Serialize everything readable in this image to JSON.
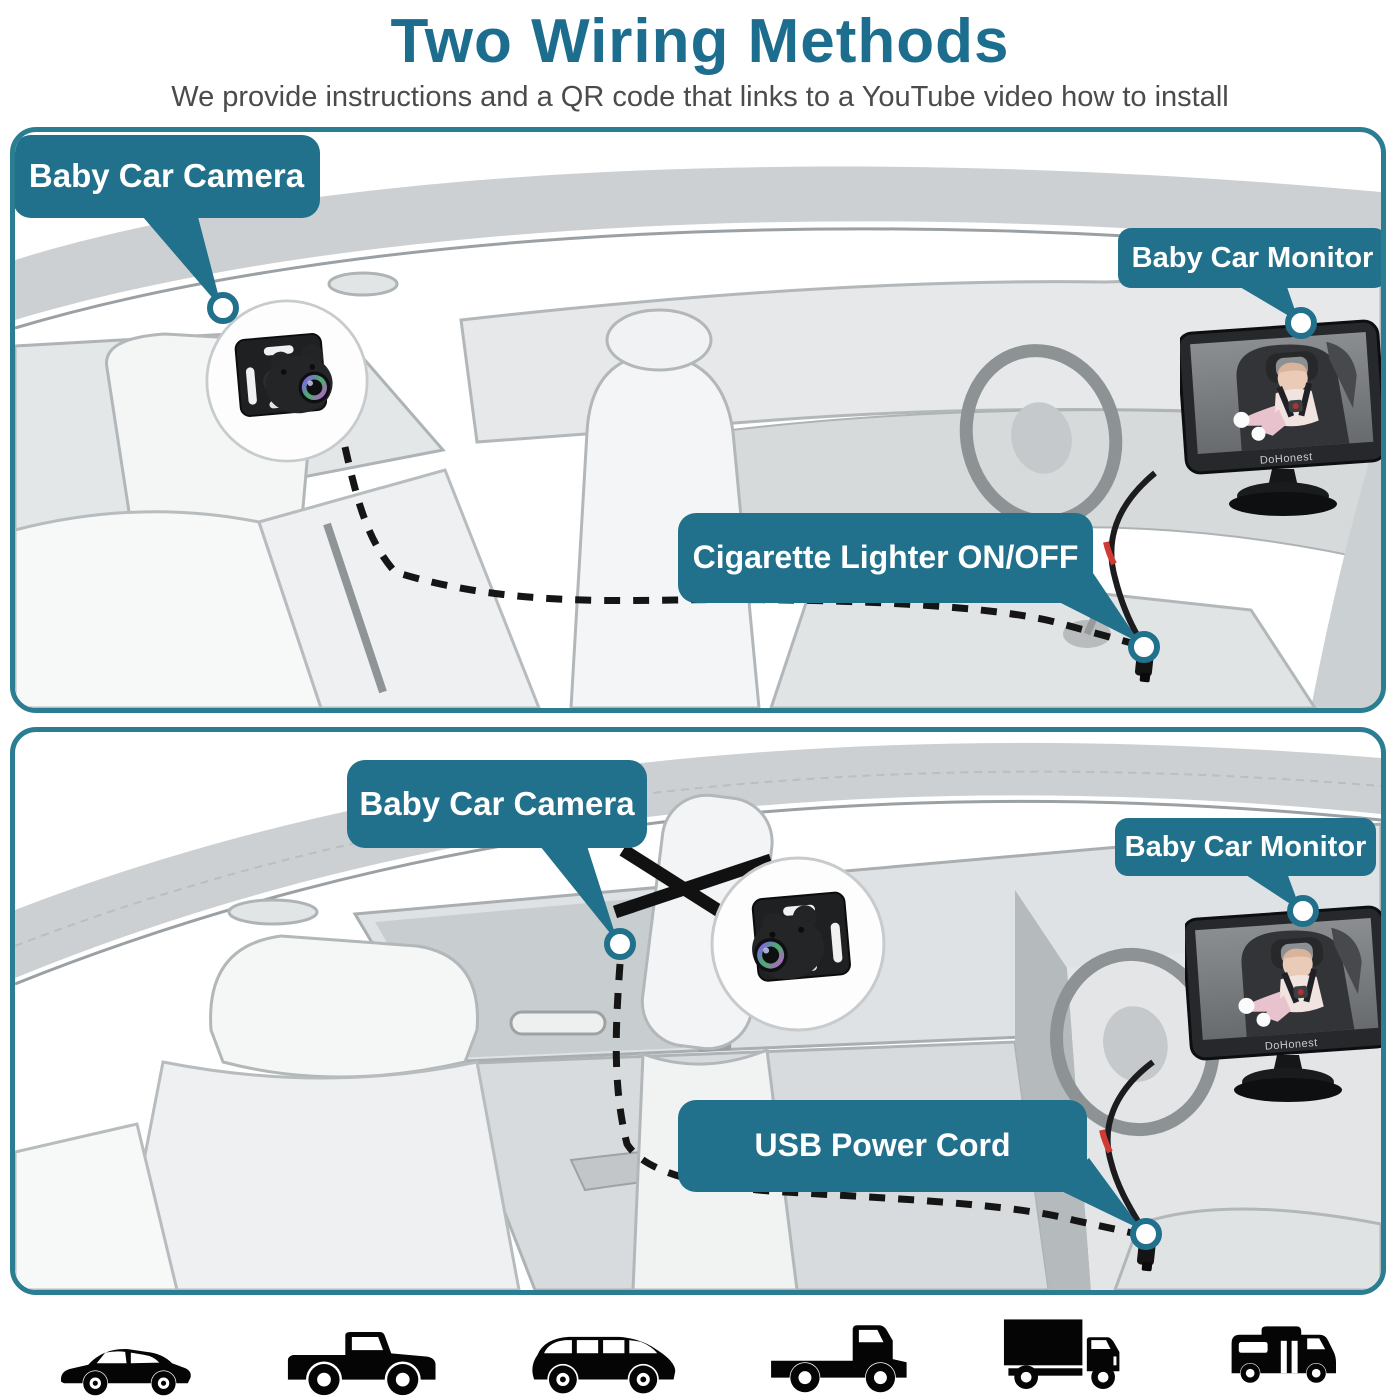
{
  "header": {
    "title": "Two Wiring Methods",
    "subtitle": "We provide instructions and a QR code that links to a YouTube video how to install"
  },
  "colors": {
    "accent_teal": "#21708c",
    "panel_border": "#2b7d92",
    "title_color": "#1d6d8f",
    "subtitle_color": "#4b4b4b",
    "silhouette": "#050505"
  },
  "panels": [
    {
      "labels": {
        "camera": "Baby Car Camera",
        "monitor": "Baby Car Monitor",
        "power": "Cigarette Lighter ON/OFF"
      },
      "monitor_brand": "DoHonest"
    },
    {
      "labels": {
        "camera": "Baby Car Camera",
        "monitor": "Baby Car Monitor",
        "power": "USB Power Cord"
      },
      "monitor_brand": "DoHonest"
    }
  ],
  "vehicles": [
    "sedan-car-icon",
    "pickup-truck-icon",
    "minivan-icon",
    "flatbed-truck-icon",
    "box-truck-icon",
    "rv-camper-icon"
  ]
}
